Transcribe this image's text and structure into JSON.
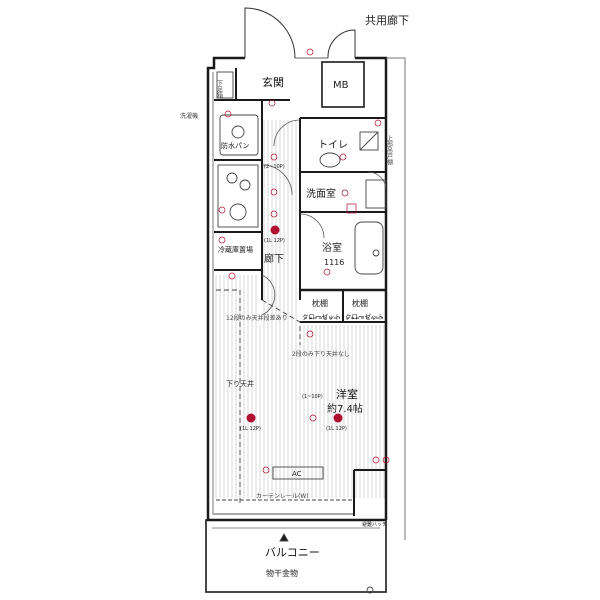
{
  "labels": {
    "corridor_shared": "共用廊下",
    "entrance": "玄関",
    "mb": "MB",
    "shoe_box": "下足箱",
    "washer_label": "洗濯機",
    "waterproof_pan": "防水パン",
    "toilet": "トイレ",
    "top_cabinet": "上部吊戸棚",
    "washroom": "洗面室",
    "fridge_space": "冷蔵庫置場",
    "hallway": "廊下",
    "bath": "浴室",
    "bath_size": "1116",
    "shelf_left": "枕棚",
    "shelf_right": "枕棚",
    "closet_left": "クローゼット",
    "closet_right": "クローゼット",
    "ceiling_note_left": "12段のみ天井段差あり",
    "ceiling_note_mid": "2段のみ下り天井なし",
    "drop_ceiling": "下り天井",
    "western_room": "洋室",
    "western_room_size": "約7.4帖",
    "ac": "AC",
    "curtain_rail": "カーテンレール(W)",
    "balcony": "バルコニー",
    "laundry_fixture": "物干金物",
    "evac_hatch": "避難ハッチ",
    "light_hallway": "(1L 12P)",
    "light_left": "(1L 12P)",
    "light_right": "(1L 12P)",
    "light_toilet_note": "(2~10P)",
    "light_room_note": "(1~10P)"
  },
  "colors": {
    "wall": "#1a1a1a",
    "outline": "#555555",
    "floor_line": "#bdbdbd",
    "accent": "#b01030"
  }
}
